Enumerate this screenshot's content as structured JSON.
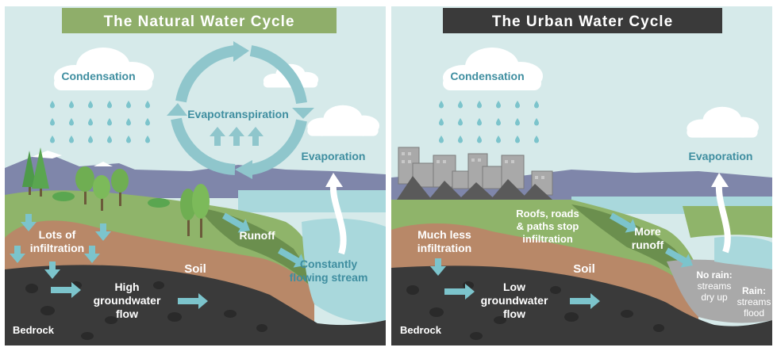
{
  "natural": {
    "title": "The Natural Water Cycle",
    "condensation": "Condensation",
    "evapotranspiration": "Evapotranspiration",
    "evaporation": "Evaporation",
    "infiltration": [
      "Lots of",
      "infiltration"
    ],
    "runoff": "Runoff",
    "soil": "Soil",
    "stream": [
      "Constantly",
      "flowing stream"
    ],
    "groundwater": [
      "High",
      "groundwater",
      "flow"
    ],
    "bedrock": "Bedrock"
  },
  "urban": {
    "title": "The Urban Water Cycle",
    "condensation": "Condensation",
    "evaporation": "Evaporation",
    "infiltration": [
      "Much less",
      "infiltration"
    ],
    "roofs": [
      "Roofs, roads",
      "& paths stop",
      "infiltration"
    ],
    "runoff": [
      "More",
      "runoff"
    ],
    "soil": "Soil",
    "no_rain": [
      "No rain:",
      "streams",
      "dry up"
    ],
    "rain": [
      "Rain:",
      "streams",
      "flood"
    ],
    "groundwater": [
      "Low",
      "groundwater",
      "flow"
    ],
    "bedrock": "Bedrock"
  },
  "colors": {
    "sky": "#d6eaea",
    "natural_title_bg": "#8fae6a",
    "urban_title_bg": "#3a3a3a",
    "label_teal": "#3f8ea0",
    "water": "#a9d8dc",
    "arrow": "#7cc4cc",
    "cycle": "#8fc6cc",
    "grass": "#8fb46a",
    "soil": "#b88868",
    "bedrock": "#3a3a3a",
    "mountain": "#7f86aa"
  },
  "icons": [
    "cloud-icon",
    "raindrop-icon",
    "tree-icon",
    "building-icon",
    "arrow-icon",
    "cycle-arrow-icon"
  ]
}
